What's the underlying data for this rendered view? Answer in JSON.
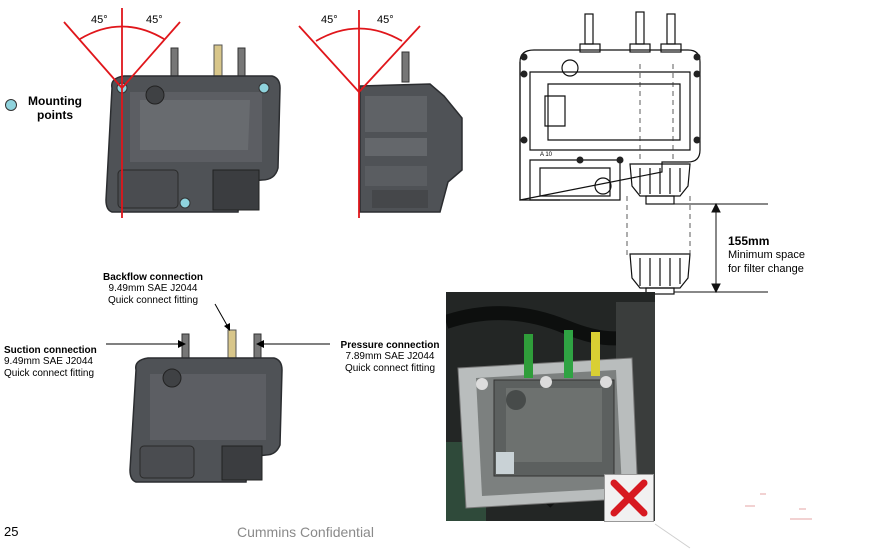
{
  "legend": {
    "label": "Mounting points"
  },
  "angles": {
    "left_a": "45°",
    "left_b": "45°",
    "right_a": "45°",
    "right_b": "45°"
  },
  "connections": {
    "backflow": {
      "title": "Backflow connection",
      "line1": "9.49mm SAE J2044",
      "line2": "Quick connect fitting"
    },
    "suction": {
      "title": "Suction connection",
      "line1": "9.49mm SAE J2044",
      "line2": "Quick connect fitting"
    },
    "pressure": {
      "title": "Pressure connection",
      "line1": "7.89mm SAE J2044",
      "line2": "Quick connect fitting"
    }
  },
  "filter_clearance": {
    "value": "155mm",
    "line1": "Minimum space",
    "line2": "for filter change"
  },
  "drawing_label": "A 10",
  "footer": {
    "page_number": "25",
    "confidential": "Cummins Confidential"
  },
  "colors": {
    "angle_lines": "#e0161b",
    "mount_point": "#8fd3dd",
    "reject_mark": "#d71920"
  },
  "icons": {
    "reject": "red-x-icon"
  }
}
